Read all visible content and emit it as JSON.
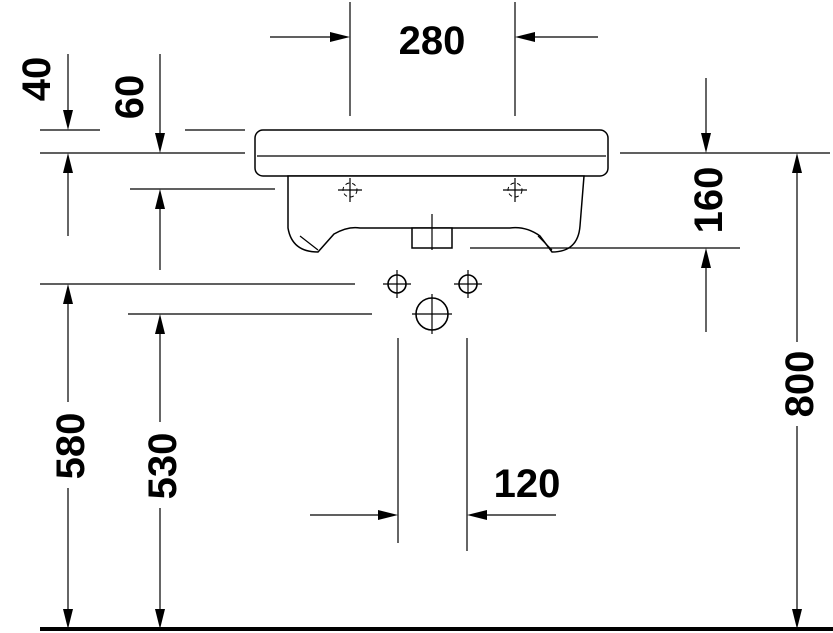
{
  "dimensions": {
    "top_hole_spacing": "280",
    "rim_thickness_left": "40",
    "rim_depth": "60",
    "bowl_height": "160",
    "overall_height": "800",
    "supply_height": "580",
    "outlet_height": "530",
    "pedestal_width": "120"
  }
}
